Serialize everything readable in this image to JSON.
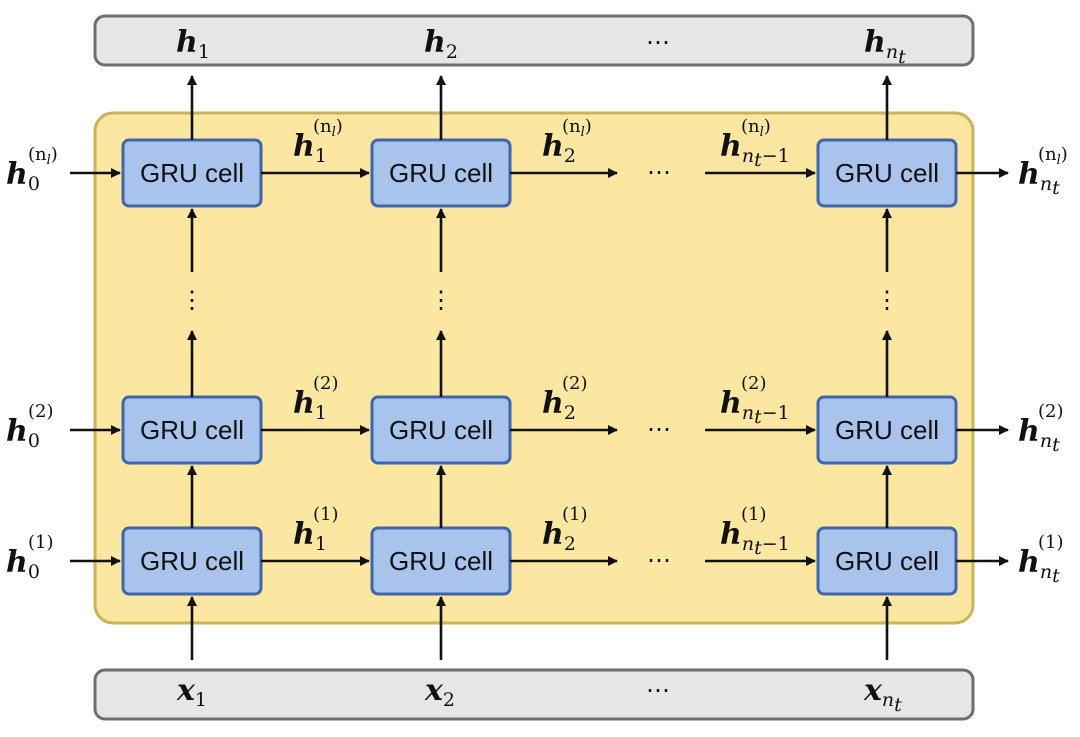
{
  "diagram": {
    "outputs": [
      {
        "base": "h",
        "sub": "1"
      },
      {
        "base": "h",
        "sub": "2"
      },
      {
        "base": "h",
        "sub": "n",
        "subsub": "t"
      }
    ],
    "inputs": [
      {
        "base": "x",
        "sub": "1"
      },
      {
        "base": "x",
        "sub": "2"
      },
      {
        "base": "x",
        "sub": "n",
        "subsub": "t"
      }
    ],
    "ellipsis": "⋯",
    "vertical_ellipsis": "⋮",
    "cell_label": "GRU cell",
    "layers": [
      {
        "sup": "(n",
        "sup_sub": "l",
        "sup_close": ")",
        "initial": {
          "base": "h",
          "sub": "0"
        },
        "mid": [
          {
            "sub": "1"
          },
          {
            "sub": "2"
          },
          {
            "sub": "n",
            "subsub": "t",
            "tail": "−1"
          }
        ],
        "final": {
          "base": "h",
          "sub": "n",
          "subsub": "t"
        }
      },
      {
        "sup": "(2)",
        "initial": {
          "base": "h",
          "sub": "0"
        },
        "mid": [
          {
            "sub": "1"
          },
          {
            "sub": "2"
          },
          {
            "sub": "n",
            "subsub": "t",
            "tail": "−1"
          }
        ],
        "final": {
          "base": "h",
          "sub": "n",
          "subsub": "t"
        }
      },
      {
        "sup": "(1)",
        "initial": {
          "base": "h",
          "sub": "0"
        },
        "mid": [
          {
            "sub": "1"
          },
          {
            "sub": "2"
          },
          {
            "sub": "n",
            "subsub": "t",
            "tail": "−1"
          }
        ],
        "final": {
          "base": "h",
          "sub": "n",
          "subsub": "t"
        }
      }
    ],
    "colors": {
      "cell_fill": "#a9c4ec",
      "cell_stroke": "#3f67a8",
      "panel_fill": "#fbe6a2",
      "panel_stroke": "#c9b45a",
      "bar_fill": "#e6e6e6"
    }
  }
}
